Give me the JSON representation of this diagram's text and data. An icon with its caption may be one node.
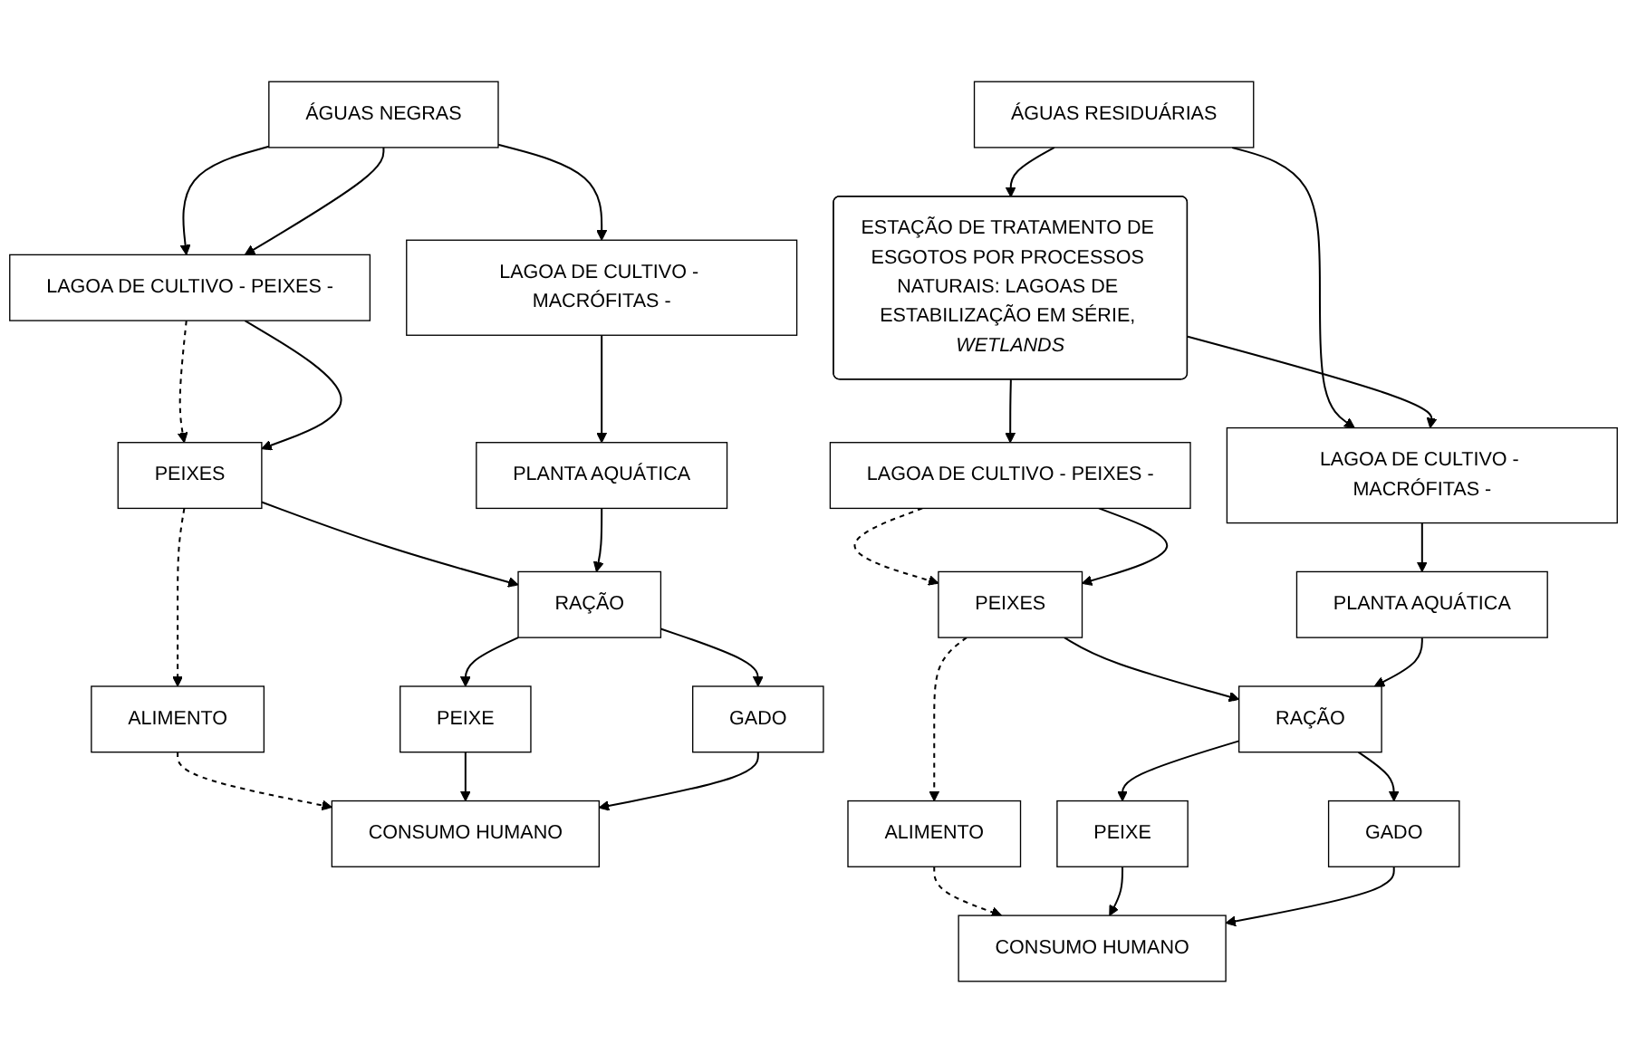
{
  "diagram": {
    "nodes": [
      {
        "text": [
          "ÁGUAS NEGRAS"
        ]
      },
      {
        "text": [
          "LAGOA DE CULTIVO - PEIXES -"
        ]
      },
      {
        "text": [
          "LAGOA DE CULTIVO - MACRÓFITAS -"
        ]
      },
      {
        "text": [
          "PEIXES"
        ]
      },
      {
        "text": [
          "PLANTA AQUÁTICA"
        ]
      },
      {
        "text": [
          "ALIMENTO"
        ]
      },
      {
        "text": [
          "RAÇÃO"
        ]
      },
      {
        "text": [
          "PEIXE"
        ]
      },
      {
        "text": [
          "GADO"
        ]
      },
      {
        "text": [
          "CONSUMO HUMANO"
        ]
      },
      {
        "text": [
          "ÁGUAS RESIDUÁRIAS"
        ]
      },
      {
        "text": [
          "ESTAÇÃO DE TRATAMENTO DE ESGOTOS POR PROCESSOS NATURAIS: LAGOAS DE ESTABILIZAÇÃO EM SÉRIE, *WETLANDS*"
        ]
      },
      {
        "text": [
          "LAGOA DE CULTIVO - PEIXES -"
        ]
      },
      {
        "text": [
          "LAGOA DE CULTIVO - MACRÓFITAS -"
        ]
      },
      {
        "text": [
          "PEIXES"
        ]
      },
      {
        "text": [
          "PLANTA AQUÁTICA"
        ]
      },
      {
        "text": [
          "ALIMENTO"
        ]
      },
      {
        "text": [
          "RAÇÃO"
        ]
      },
      {
        "text": [
          "PEIXE"
        ]
      },
      {
        "text": [
          "GADO"
        ]
      },
      {
        "text": [
          "CONSUMO HUMANO"
        ]
      }
    ],
    "edges": [
      {
        "from": 0,
        "to": 1,
        "arrow": "to"
      },
      {
        "from": 0,
        "to": 1,
        "arrow": "to"
      },
      {
        "from": 0,
        "to": 2,
        "arrow": "to"
      },
      {
        "from": 1,
        "to": 3,
        "arrow": "to",
        "style": "dashed"
      },
      {
        "from": 1,
        "to": 3,
        "arrow": "to"
      },
      {
        "from": 2,
        "to": 4,
        "arrow": "to"
      },
      {
        "from": 3,
        "to": 6,
        "arrow": "to"
      },
      {
        "from": 4,
        "to": 6,
        "arrow": "to"
      },
      {
        "from": 3,
        "to": 5,
        "arrow": "to",
        "style": "dashed"
      },
      {
        "from": 6,
        "to": 7,
        "arrow": "to"
      },
      {
        "from": 6,
        "to": 8,
        "arrow": "to"
      },
      {
        "from": 5,
        "to": 9,
        "arrow": "to",
        "style": "dashed"
      },
      {
        "from": 7,
        "to": 9,
        "arrow": "to"
      },
      {
        "from": 8,
        "to": 9,
        "arrow": "to"
      },
      {
        "from": 10,
        "to": 11,
        "arrow": "to"
      },
      {
        "from": 10,
        "to": 13,
        "arrow": "to"
      },
      {
        "from": 11,
        "to": 12,
        "arrow": "to"
      },
      {
        "from": 11,
        "to": 13,
        "arrow": "to"
      },
      {
        "from": 12,
        "to": 14,
        "arrow": "to",
        "style": "dashed"
      },
      {
        "from": 12,
        "to": 14,
        "arrow": "to"
      },
      {
        "from": 13,
        "to": 15,
        "arrow": "to"
      },
      {
        "from": 14,
        "to": 17,
        "arrow": "to"
      },
      {
        "from": 15,
        "to": 17,
        "arrow": "to"
      },
      {
        "from": 14,
        "to": 16,
        "arrow": "to",
        "style": "dashed"
      },
      {
        "from": 17,
        "to": 18,
        "arrow": "to"
      },
      {
        "from": 17,
        "to": 19,
        "arrow": "to"
      },
      {
        "from": 16,
        "to": 20,
        "arrow": "to",
        "style": "dashed"
      },
      {
        "from": 18,
        "to": 20,
        "arrow": "to"
      },
      {
        "from": 19,
        "to": 20,
        "arrow": "to"
      }
    ]
  }
}
